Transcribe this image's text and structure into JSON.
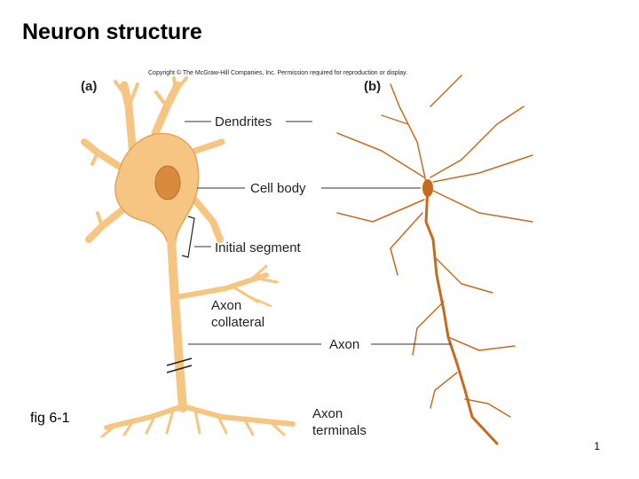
{
  "slide": {
    "title": "Neuron structure",
    "caption": "fig 6-1",
    "page_number": "1"
  },
  "figure": {
    "copyright": "Copyright © The McGraw-Hill Companies, Inc. Permission required for reproduction or display.",
    "panel_a": "(a)",
    "panel_b": "(b)",
    "labels": {
      "dendrites": "Dendrites",
      "cell_body": "Cell body",
      "initial_segment": "Initial segment",
      "axon_collateral_line1": "Axon",
      "axon_collateral_line2": "collateral",
      "axon": "Axon",
      "axon_terminals_line1": "Axon",
      "axon_terminals_line2": "terminals"
    },
    "colors": {
      "neuron_fill": "#f6c582",
      "neuron_outline": "#e3a55a",
      "nucleus": "#d98b3d",
      "stained_neuron": "#c86a1e"
    }
  }
}
